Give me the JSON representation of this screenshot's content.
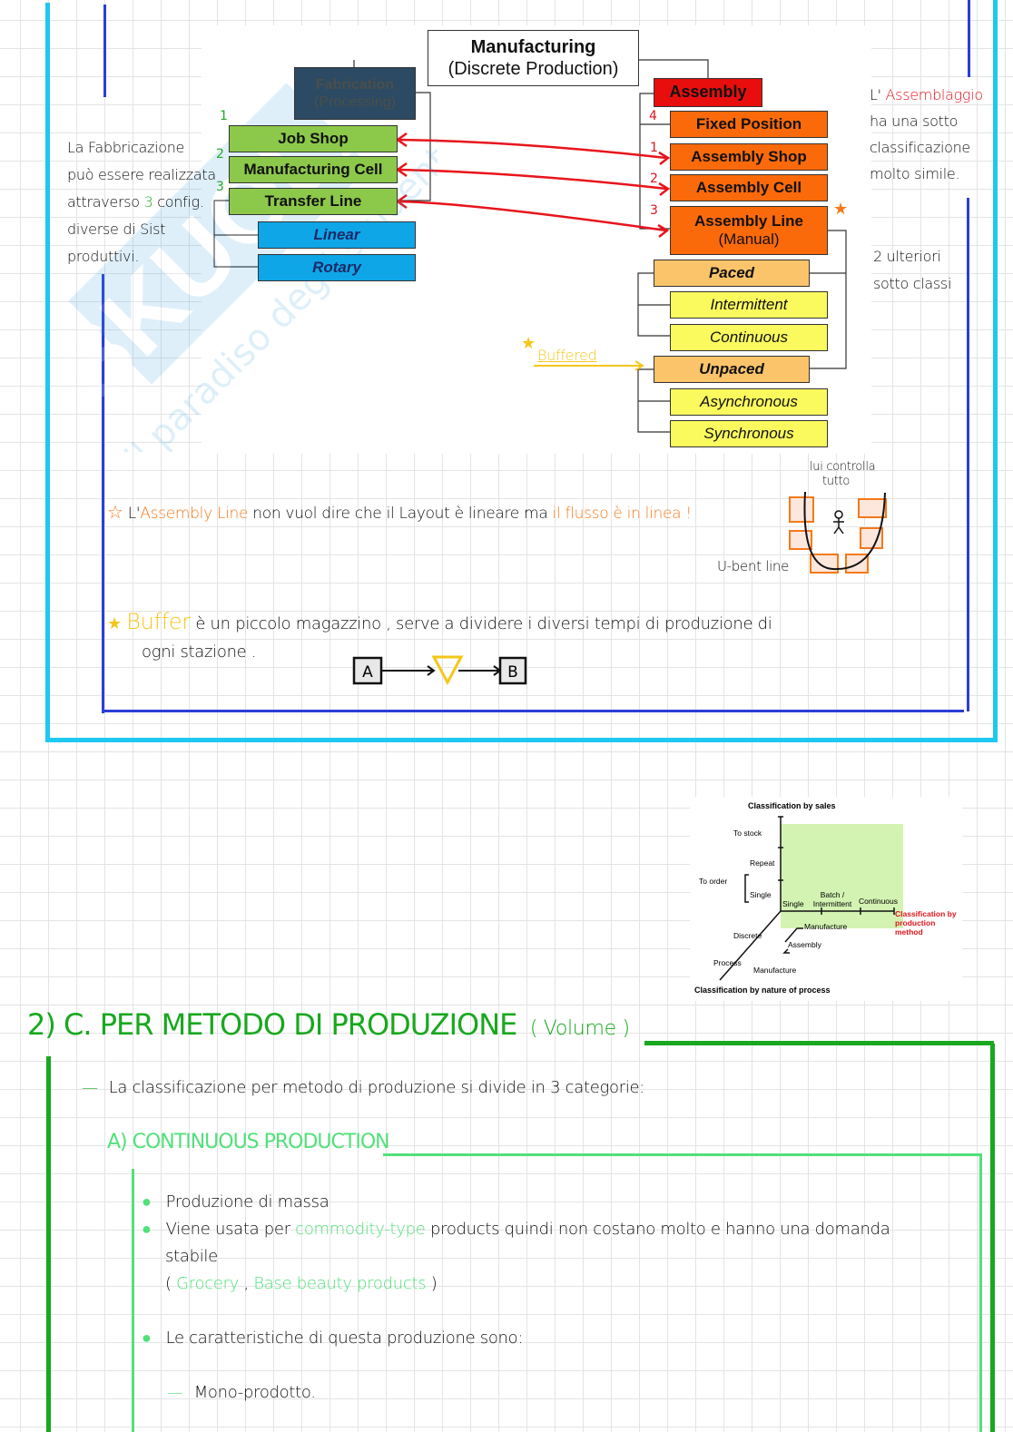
{
  "diagram": {
    "root": {
      "title": "Manufacturing",
      "subtitle": "(Discrete Production)"
    },
    "fabrication": {
      "title": "Fabrication",
      "subtitle": "(Processing)"
    },
    "fabrication_children": [
      {
        "number": "1",
        "label": "Job Shop"
      },
      {
        "number": "2",
        "label": "Manufacturing Cell"
      },
      {
        "number": "3",
        "label": "Transfer Line"
      }
    ],
    "transfer_children": [
      "Linear",
      "Rotary"
    ],
    "assembly": {
      "title": "Assembly"
    },
    "assembly_children": [
      {
        "number": "4",
        "label": "Fixed Position"
      },
      {
        "number": "1",
        "label": "Assembly Shop"
      },
      {
        "number": "2",
        "label": "Assembly Cell"
      },
      {
        "number": "3",
        "label": "Assembly Line",
        "sublabel": "(Manual)"
      }
    ],
    "paced": {
      "label": "Paced",
      "children": [
        "Intermittent",
        "Continuous"
      ]
    },
    "unpaced": {
      "label": "Unpaced",
      "children": [
        "Asynchronous",
        "Synchronous"
      ]
    },
    "buffered_note": "Buffered",
    "watermark_brand": "SKUOLA",
    "watermark_tagline": "il paradiso degli studenti"
  },
  "notes": {
    "fabrication_note": [
      "La Fabbricazione",
      "può essere realizzata",
      "attraverso",
      "3",
      "config.",
      "diverse di Sist",
      "produttivi."
    ],
    "assembly_note": [
      "L'",
      "Assemblaggio",
      "ha una sotto",
      "classificazione",
      "molto simile."
    ],
    "subclass_note": [
      "2 ulteriori",
      "sotto classi"
    ],
    "assembly_line_star": {
      "prefix": "L'",
      "highlight1": "Assembly Line",
      "middle": "non vuol dire che il Layout è lineare ma",
      "highlight2": "il flusso è in linea !"
    },
    "u_line": {
      "caption_top": "lui controlla",
      "caption_top2": "tutto",
      "caption_bottom": "U-bent line"
    },
    "buffer_star": {
      "highlight": "Buffer",
      "text": "è un piccolo magazzino , serve a dividere i diversi tempi di produzione di",
      "text2": "ogni stazione ."
    },
    "buffer_diagram": {
      "from": "A",
      "to": "B"
    }
  },
  "classification_chart": {
    "title_top": "Classification by sales",
    "sales_levels": [
      "To stock",
      "Repeat",
      "Single"
    ],
    "to_order_label": "To order",
    "production_levels": [
      "Single",
      "Batch / Intermittent",
      "Continuous"
    ],
    "production_axis_label": "Classification by production method",
    "nature_levels": [
      "Discrete",
      "Process"
    ],
    "discrete_sub": [
      "Manufacture",
      "Assembly"
    ],
    "process_sub": "Manufacture",
    "title_bottom": "Classification by nature of process"
  },
  "section2": {
    "heading": "2) C. PER METODO DI PRODUZIONE",
    "heading_paren": "( Volume )",
    "intro": "La classificazione per metodo di produzione si divide in 3 categorie:",
    "subheading": "A) CONTINUOUS PRODUCTION",
    "bullets": [
      {
        "text": "Produzione di massa"
      },
      {
        "prefix": "Viene usata per",
        "highlight": "commodity-type",
        "suffix": "products  quindi non costano molto e hanno una domanda",
        "line2": "stabile"
      },
      {
        "open": "(",
        "ex1": "Grocery",
        "sep": ",",
        "ex2": "Base beauty products",
        "close": ")"
      },
      {
        "text": "Le caratteristiche di questa produzione sono:"
      }
    ],
    "dash_items": [
      "Mono-prodotto."
    ]
  },
  "colors": {
    "cyan_frame": "#1ec8f0",
    "blue_frame": "#2b3fd6",
    "dark_green": "#18a81e",
    "light_green": "#52e07a",
    "orange": "#f5791a",
    "red": "#e0141e",
    "yellow": "#f5c61a"
  }
}
